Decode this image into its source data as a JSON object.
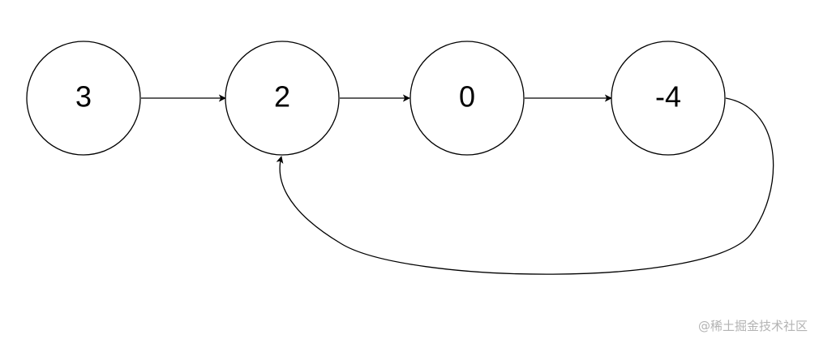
{
  "nodes": [
    {
      "id": "n1",
      "label": "3"
    },
    {
      "id": "n2",
      "label": "2"
    },
    {
      "id": "n3",
      "label": "0"
    },
    {
      "id": "n4",
      "label": "-4"
    }
  ],
  "edges": [
    {
      "from": "n1",
      "to": "n2"
    },
    {
      "from": "n2",
      "to": "n3"
    },
    {
      "from": "n3",
      "to": "n4"
    },
    {
      "from": "n4",
      "to": "n2"
    }
  ],
  "watermark": "@稀土掘金技术社区",
  "colors": {
    "stroke": "#000000",
    "background": "#ffffff",
    "watermark": "#b3b3b3"
  }
}
